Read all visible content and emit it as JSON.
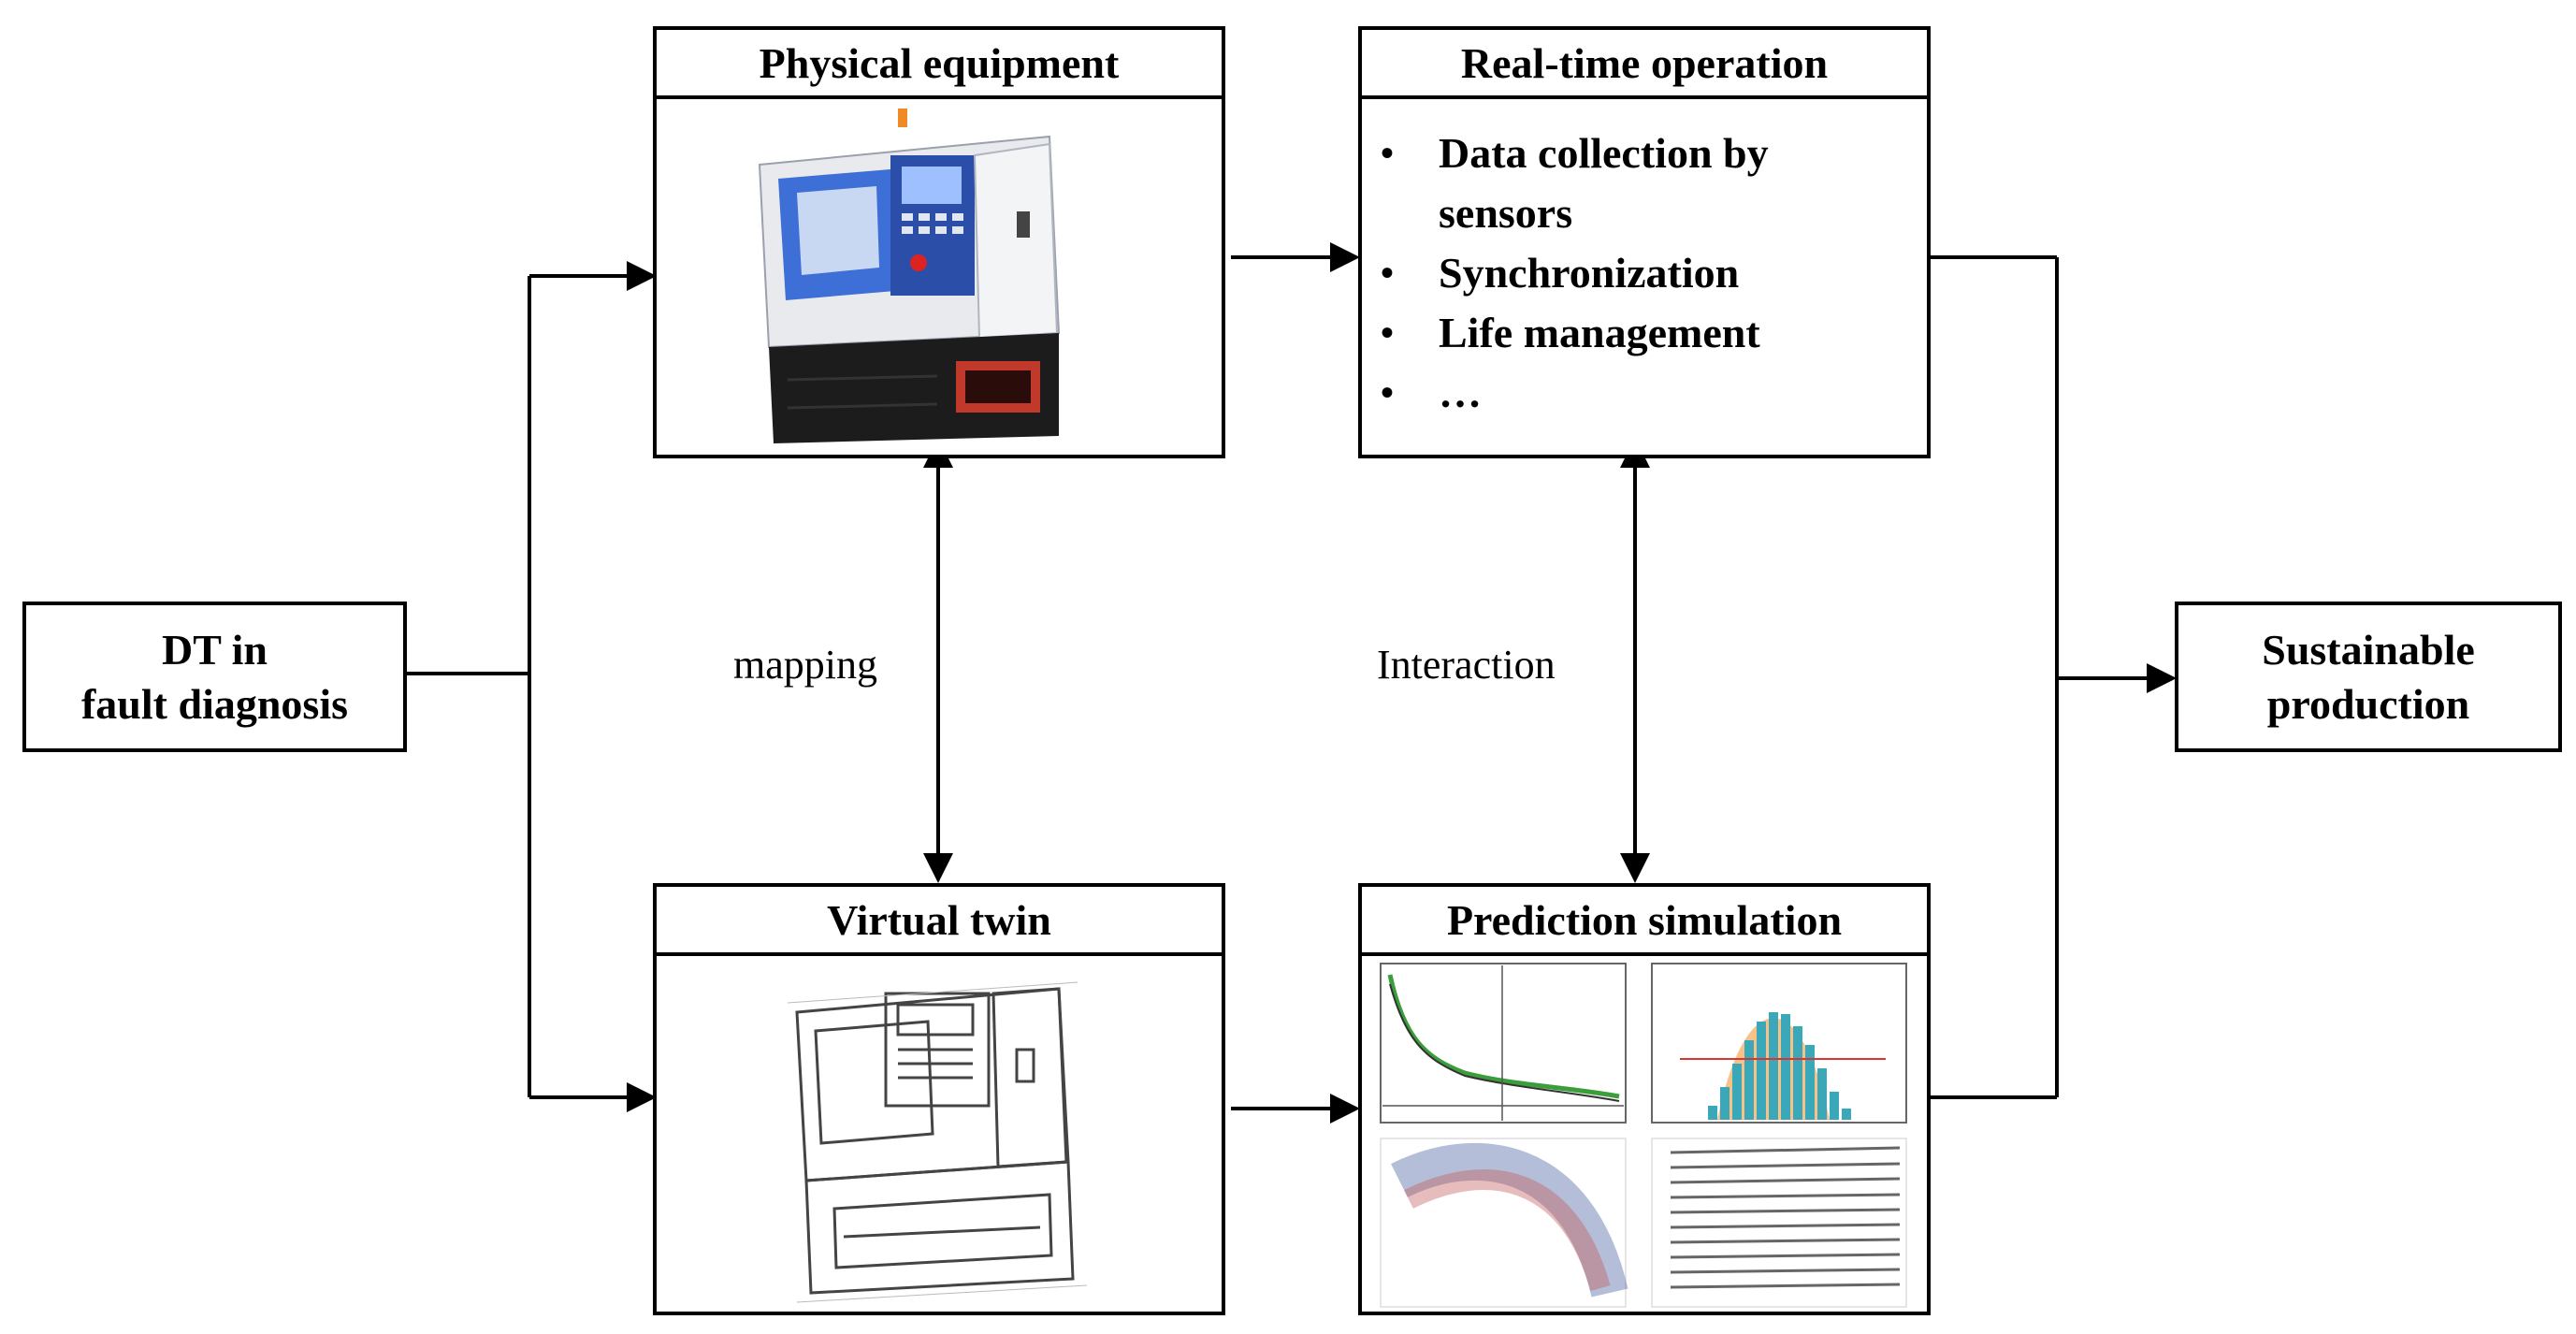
{
  "left_node": {
    "line1": "DT in",
    "line2": "fault diagnosis"
  },
  "right_node": {
    "line1": "Sustainable",
    "line2": "production"
  },
  "panels": {
    "physical": {
      "title": "Physical equipment",
      "image": "cnc-lathe-photo"
    },
    "realtime": {
      "title": "Real-time operation",
      "items": [
        "Data collection by",
        "sensors",
        "Synchronization",
        "Life management",
        "…"
      ]
    },
    "virtual": {
      "title": "Virtual twin",
      "image": "cnc-lathe-sketch"
    },
    "prediction": {
      "title": "Prediction  simulation",
      "image": "prediction-plots-thumbnails"
    }
  },
  "edge_labels": {
    "mapping": "mapping",
    "interaction": "Interaction"
  },
  "colors": {
    "stroke": "#000000",
    "machine_blue": "#3d6fd6",
    "machine_base": "#1c1c1c",
    "hist_orange": "#f5b36a",
    "hist_teal": "#3aa8b8"
  }
}
